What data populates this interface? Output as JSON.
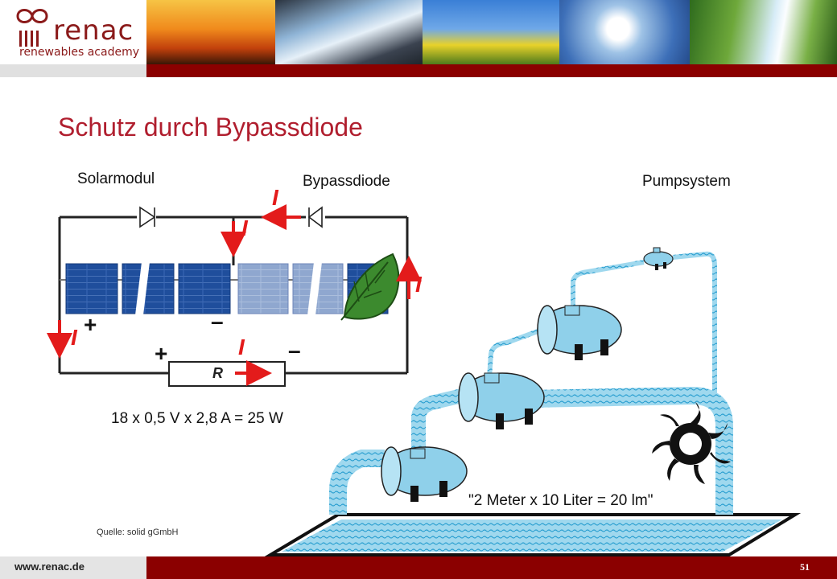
{
  "header": {
    "logo_name": "renac",
    "logo_tagline": "renewables academy"
  },
  "slide": {
    "title": "Schutz durch Bypassdiode",
    "labels": {
      "solarmodul": "Solarmodul",
      "bypassdiode": "Bypassdiode",
      "pumpsystem": "Pumpsystem"
    },
    "formula": "18 x 0,5 V x 2,8 A = 25 W",
    "pump_formula": "\"2 Meter x 10 Liter = 20 lm\"",
    "source": "Quelle: solid gGmbH",
    "circuit": {
      "current_symbol": "I",
      "resistor_label": "R",
      "plus": "+",
      "minus": "–"
    }
  },
  "footer": {
    "url": "www.renac.de",
    "page_number": "51"
  },
  "colors": {
    "brand_red": "#8b0000",
    "title_red": "#b01e2e",
    "arrow_red": "#e31b1b",
    "cell_blue": "#1f4e9c",
    "pump_blue": "#8fd0ea",
    "leaf_green": "#3c8a2e"
  }
}
